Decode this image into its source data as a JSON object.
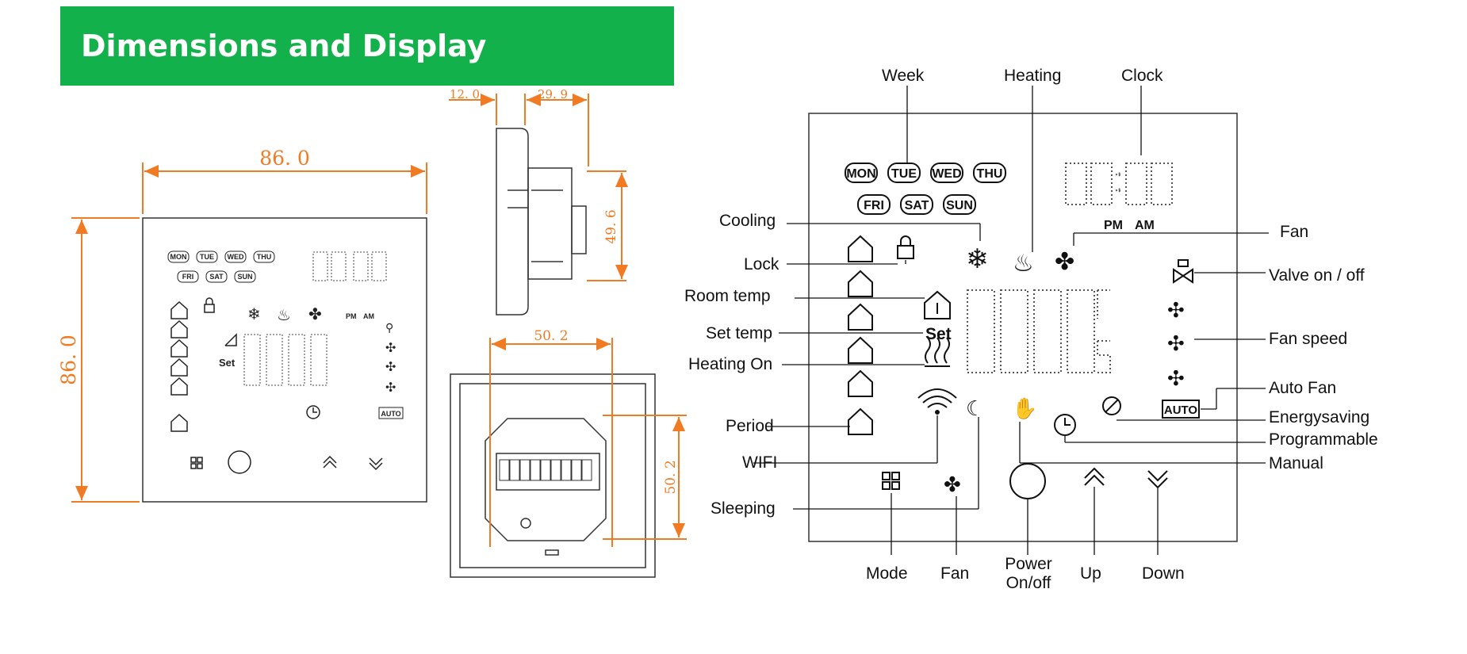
{
  "header": {
    "title": "Dimensions and Display"
  },
  "dimensions": {
    "front_width": "86. 0",
    "front_height": "86. 0",
    "side_depth": "12. 0",
    "side_body": "29. 9",
    "side_height": "49. 6",
    "back_width": "50. 2",
    "back_height": "50. 2"
  },
  "display": {
    "days_row1": [
      "MON",
      "TUE",
      "WED",
      "THU"
    ],
    "days_row2": [
      "FRI",
      "SAT",
      "SUN"
    ],
    "pm": "PM",
    "am": "AM",
    "set": "Set",
    "auto": "AUTO"
  },
  "labels": {
    "week": "Week",
    "heating": "Heating",
    "clock": "Clock",
    "cooling": "Cooling",
    "lock": "Lock",
    "room_temp": "Room temp",
    "set_temp": "Set temp",
    "heating_on": "Heating On",
    "period": "Period",
    "wifi": "WIFI",
    "sleeping": "Sleeping",
    "fan_top": "Fan",
    "valve": "Valve on / off",
    "fan_speed": "Fan speed",
    "auto_fan": "Auto Fan",
    "energysaving": "Energysaving",
    "programmable": "Programmable",
    "manual": "Manual",
    "mode": "Mode",
    "fan_bottom": "Fan",
    "power_line1": "Power",
    "power_line2": "On/off",
    "up": "Up",
    "down": "Down"
  },
  "colors": {
    "banner": "#13b14b",
    "dimension": "#f07b22"
  }
}
